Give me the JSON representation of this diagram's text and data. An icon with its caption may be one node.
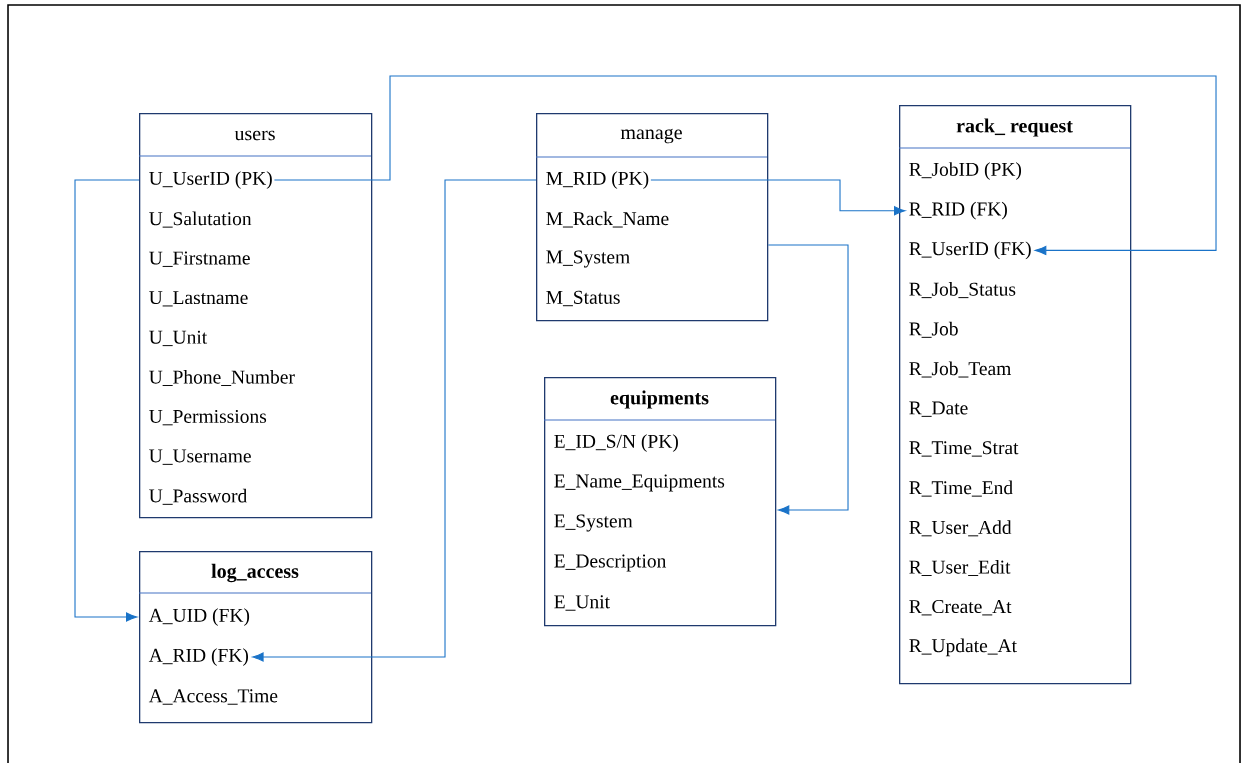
{
  "diagram": {
    "nodes": [
      {
        "text": [
          "users"
        ]
      },
      {
        "text": [
          "U_UserID (PK)"
        ],
        "in": 0
      },
      {
        "text": [
          "U_Salutation"
        ],
        "in": 0
      },
      {
        "text": [
          "U_Firstname"
        ],
        "in": 0
      },
      {
        "text": [
          "U_Lastname"
        ],
        "in": 0
      },
      {
        "text": [
          "U_Unit"
        ],
        "in": 0
      },
      {
        "text": [
          "U_Phone_Number"
        ],
        "in": 0
      },
      {
        "text": [
          "U_Permissions"
        ],
        "in": 0
      },
      {
        "text": [
          "U_Username"
        ],
        "in": 0
      },
      {
        "text": [
          "U_Password"
        ],
        "in": 0
      },
      {
        "text": [
          "manage"
        ]
      },
      {
        "text": [
          "M_RID (PK)"
        ],
        "in": 10
      },
      {
        "text": [
          "M_Rack_Name"
        ],
        "in": 10
      },
      {
        "text": [
          "M_System"
        ],
        "in": 10
      },
      {
        "text": [
          "M_Status"
        ],
        "in": 10
      },
      {
        "text": [
          "rack_ request"
        ]
      },
      {
        "text": [
          "R_JobID (PK)"
        ],
        "in": 15
      },
      {
        "text": [
          "R_RID  (FK)"
        ],
        "in": 15
      },
      {
        "text": [
          "R_UserID  (FK)"
        ],
        "in": 15
      },
      {
        "text": [
          "R_Job_Status"
        ],
        "in": 15
      },
      {
        "text": [
          "R_Job"
        ],
        "in": 15
      },
      {
        "text": [
          "R_Job_Team"
        ],
        "in": 15
      },
      {
        "text": [
          "R_Date"
        ],
        "in": 15
      },
      {
        "text": [
          "R_Time_Strat"
        ],
        "in": 15
      },
      {
        "text": [
          "R_Time_End"
        ],
        "in": 15
      },
      {
        "text": [
          "R_User_Add"
        ],
        "in": 15
      },
      {
        "text": [
          "R_User_Edit"
        ],
        "in": 15
      },
      {
        "text": [
          "R_Create_At"
        ],
        "in": 15
      },
      {
        "text": [
          "R_Update_At"
        ],
        "in": 15
      },
      {
        "text": [
          "equipments"
        ]
      },
      {
        "text": [
          "E_ID_S/N (PK)"
        ],
        "in": 29
      },
      {
        "text": [
          "E_Name_Equipments"
        ],
        "in": 29
      },
      {
        "text": [
          "E_System"
        ],
        "in": 29
      },
      {
        "text": [
          "E_Description"
        ],
        "in": 29
      },
      {
        "text": [
          "E_Unit"
        ],
        "in": 29
      },
      {
        "text": [
          "log_access"
        ]
      },
      {
        "text": [
          "A_UID  (FK)"
        ],
        "in": 35
      },
      {
        "text": [
          "A_RID (FK)"
        ],
        "in": 35
      },
      {
        "text": [
          "A_Access_Time"
        ],
        "in": 35
      }
    ],
    "edges": [
      {
        "from": 1,
        "to": 18,
        "arrow": "to"
      },
      {
        "from": 1,
        "to": 36,
        "arrow": "to"
      },
      {
        "from": 11,
        "to": 17,
        "arrow": "to"
      },
      {
        "from": 11,
        "to": 37,
        "arrow": "to"
      },
      {
        "from": 10,
        "to": 29,
        "arrow": "to"
      }
    ]
  }
}
